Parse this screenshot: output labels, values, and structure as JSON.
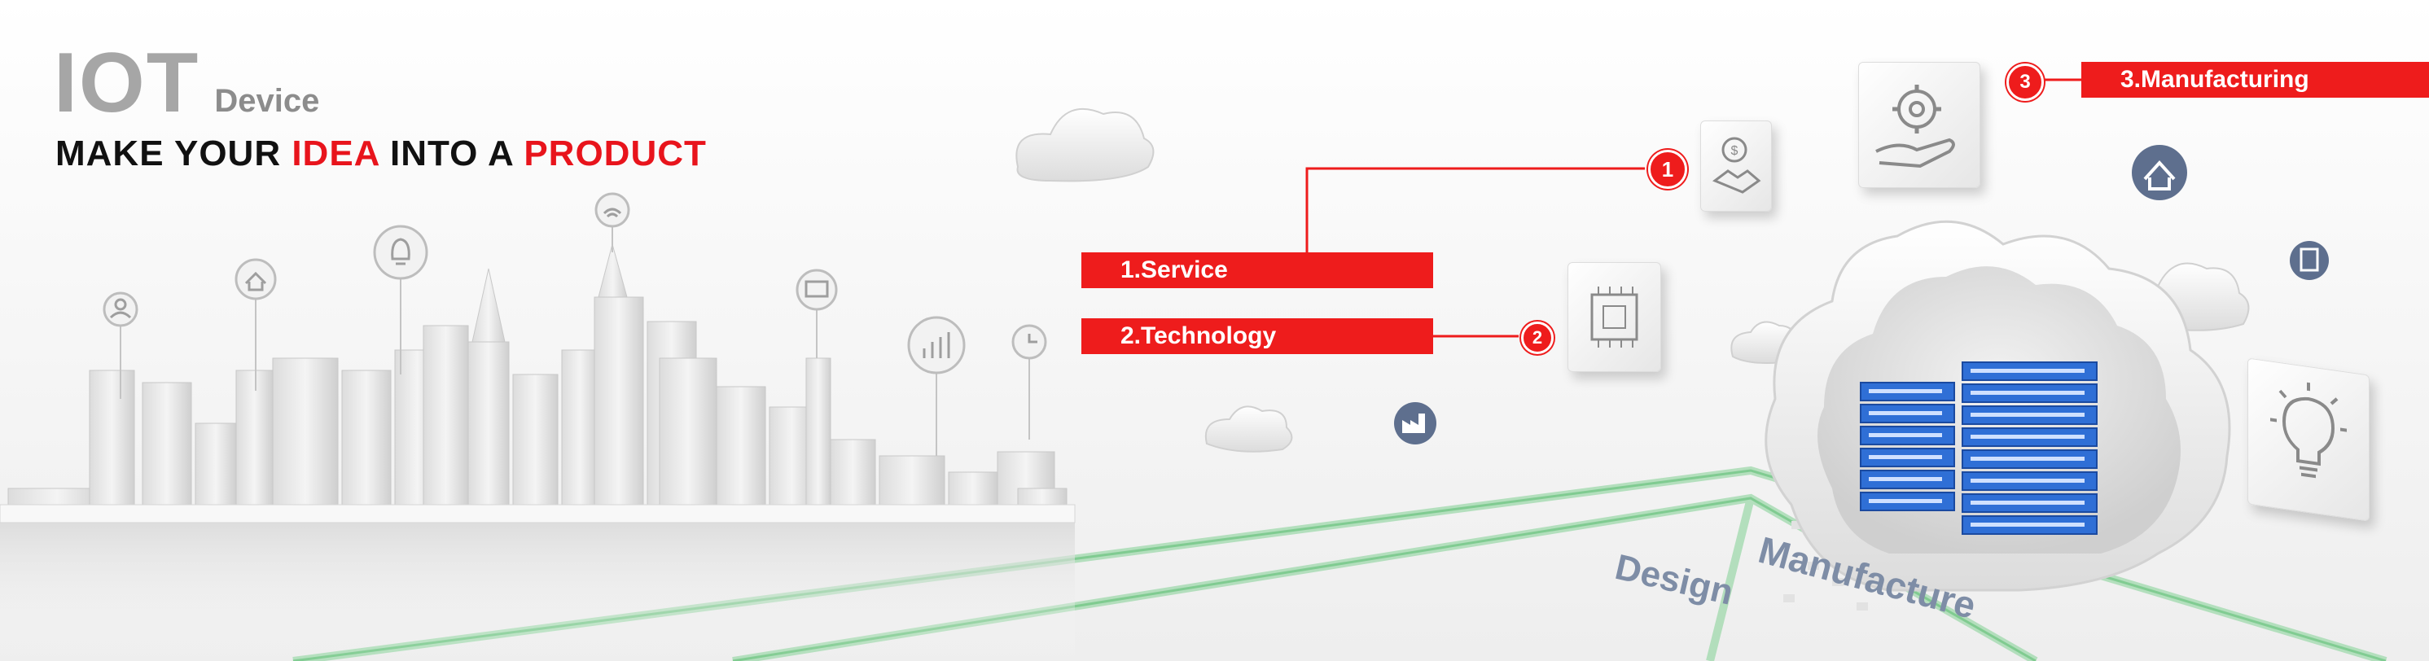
{
  "brand": {
    "title": "IOT",
    "subtitle": "Device"
  },
  "tagline": {
    "part1": "MAKE YOUR ",
    "part2": "IDEA",
    "part3": " INTO A ",
    "part4": "PRODUCT"
  },
  "steps": {
    "service": {
      "label": "1.Service",
      "badge": "1"
    },
    "technology": {
      "label": "2.Technology",
      "badge": "2"
    },
    "manufacturing": {
      "label": "3.Manufacturing",
      "badge": "3"
    }
  },
  "floor_words": {
    "design": "Design",
    "manufacture": "Manufacture"
  },
  "colors": {
    "accent_red": "#ee1c1c",
    "gray_title": "#a6a6a6",
    "server_blue": "#2f6fd6",
    "line_green": "#79c98a",
    "icon_slate": "#5e6f8e"
  },
  "icons": [
    "user-icon",
    "home-icon",
    "bulb-icon",
    "wifi-icon",
    "monitor-icon",
    "bar-chart-icon",
    "pie-chart-icon",
    "chip-icon",
    "money-handshake-icon",
    "gear-hand-icon",
    "house-icon",
    "building-icon",
    "factory-icon",
    "lightbulb-icon",
    "cloud-icon",
    "server-icon"
  ]
}
